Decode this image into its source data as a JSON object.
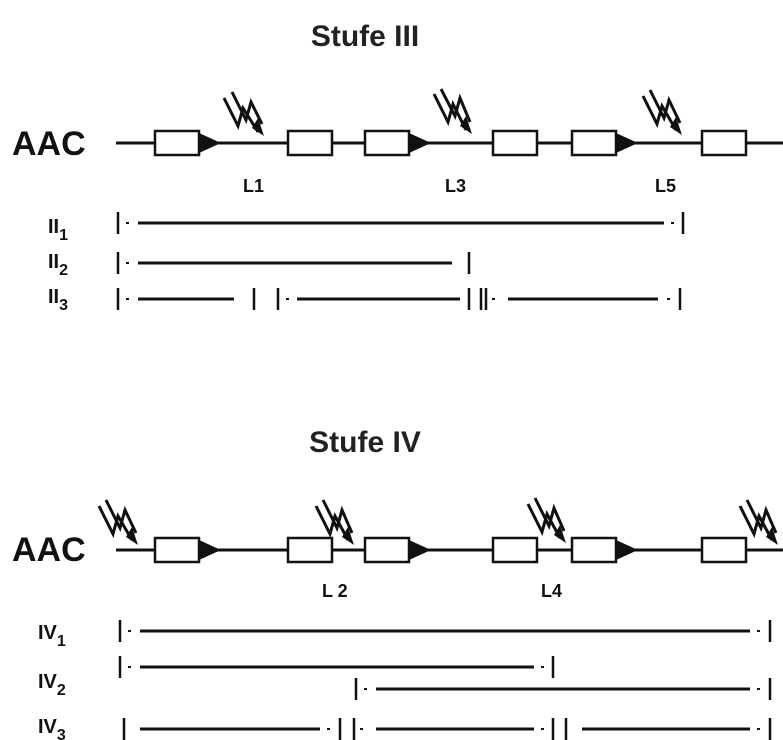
{
  "stage3": {
    "title": "Stufe III",
    "aac_label": "AAC",
    "loops": [
      "L1",
      "L3",
      "L5"
    ],
    "rows": [
      {
        "prefix": "II",
        "sub": "1"
      },
      {
        "prefix": "II",
        "sub": "2"
      },
      {
        "prefix": "II",
        "sub": "3"
      }
    ]
  },
  "stage4": {
    "title": "Stufe IV",
    "aac_label": "AAC",
    "loops": [
      "L 2",
      "L4"
    ],
    "rows": [
      {
        "prefix": "IV",
        "sub": "1"
      },
      {
        "prefix": "IV",
        "sub": "2"
      },
      {
        "prefix": "IV",
        "sub": "3"
      }
    ]
  }
}
